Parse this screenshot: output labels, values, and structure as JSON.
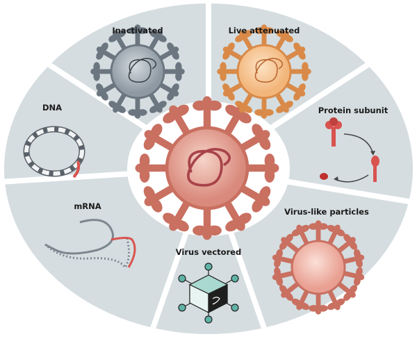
{
  "title": "Vaccine platforms",
  "segments": [
    {
      "label": "Inactivated",
      "icon": "inactivated-virus-icon",
      "color": "#8e99a3"
    },
    {
      "label": "Live attenuated",
      "icon": "live-attenuated-virus-icon",
      "color": "#f2b57a"
    },
    {
      "label": "Protein subunit",
      "icon": "protein-subunit-icon",
      "color": "#d9534f"
    },
    {
      "label": "Virus-like particles",
      "icon": "virus-like-particle-icon",
      "color": "#e9a092"
    },
    {
      "label": "Virus vectored",
      "icon": "viral-vector-icon",
      "color": "#3a9a8c"
    },
    {
      "label": "mRNA",
      "icon": "mrna-strand-icon",
      "color": "#d9534f"
    },
    {
      "label": "DNA",
      "icon": "dna-plasmid-icon",
      "color": "#9aa3ab"
    }
  ],
  "center": {
    "icon": "coronavirus-icon",
    "color": "#d98a7c"
  },
  "colors": {
    "segment_bg": "#d5dde0",
    "divider": "#ffffff",
    "center_bg": "#ffffff"
  }
}
